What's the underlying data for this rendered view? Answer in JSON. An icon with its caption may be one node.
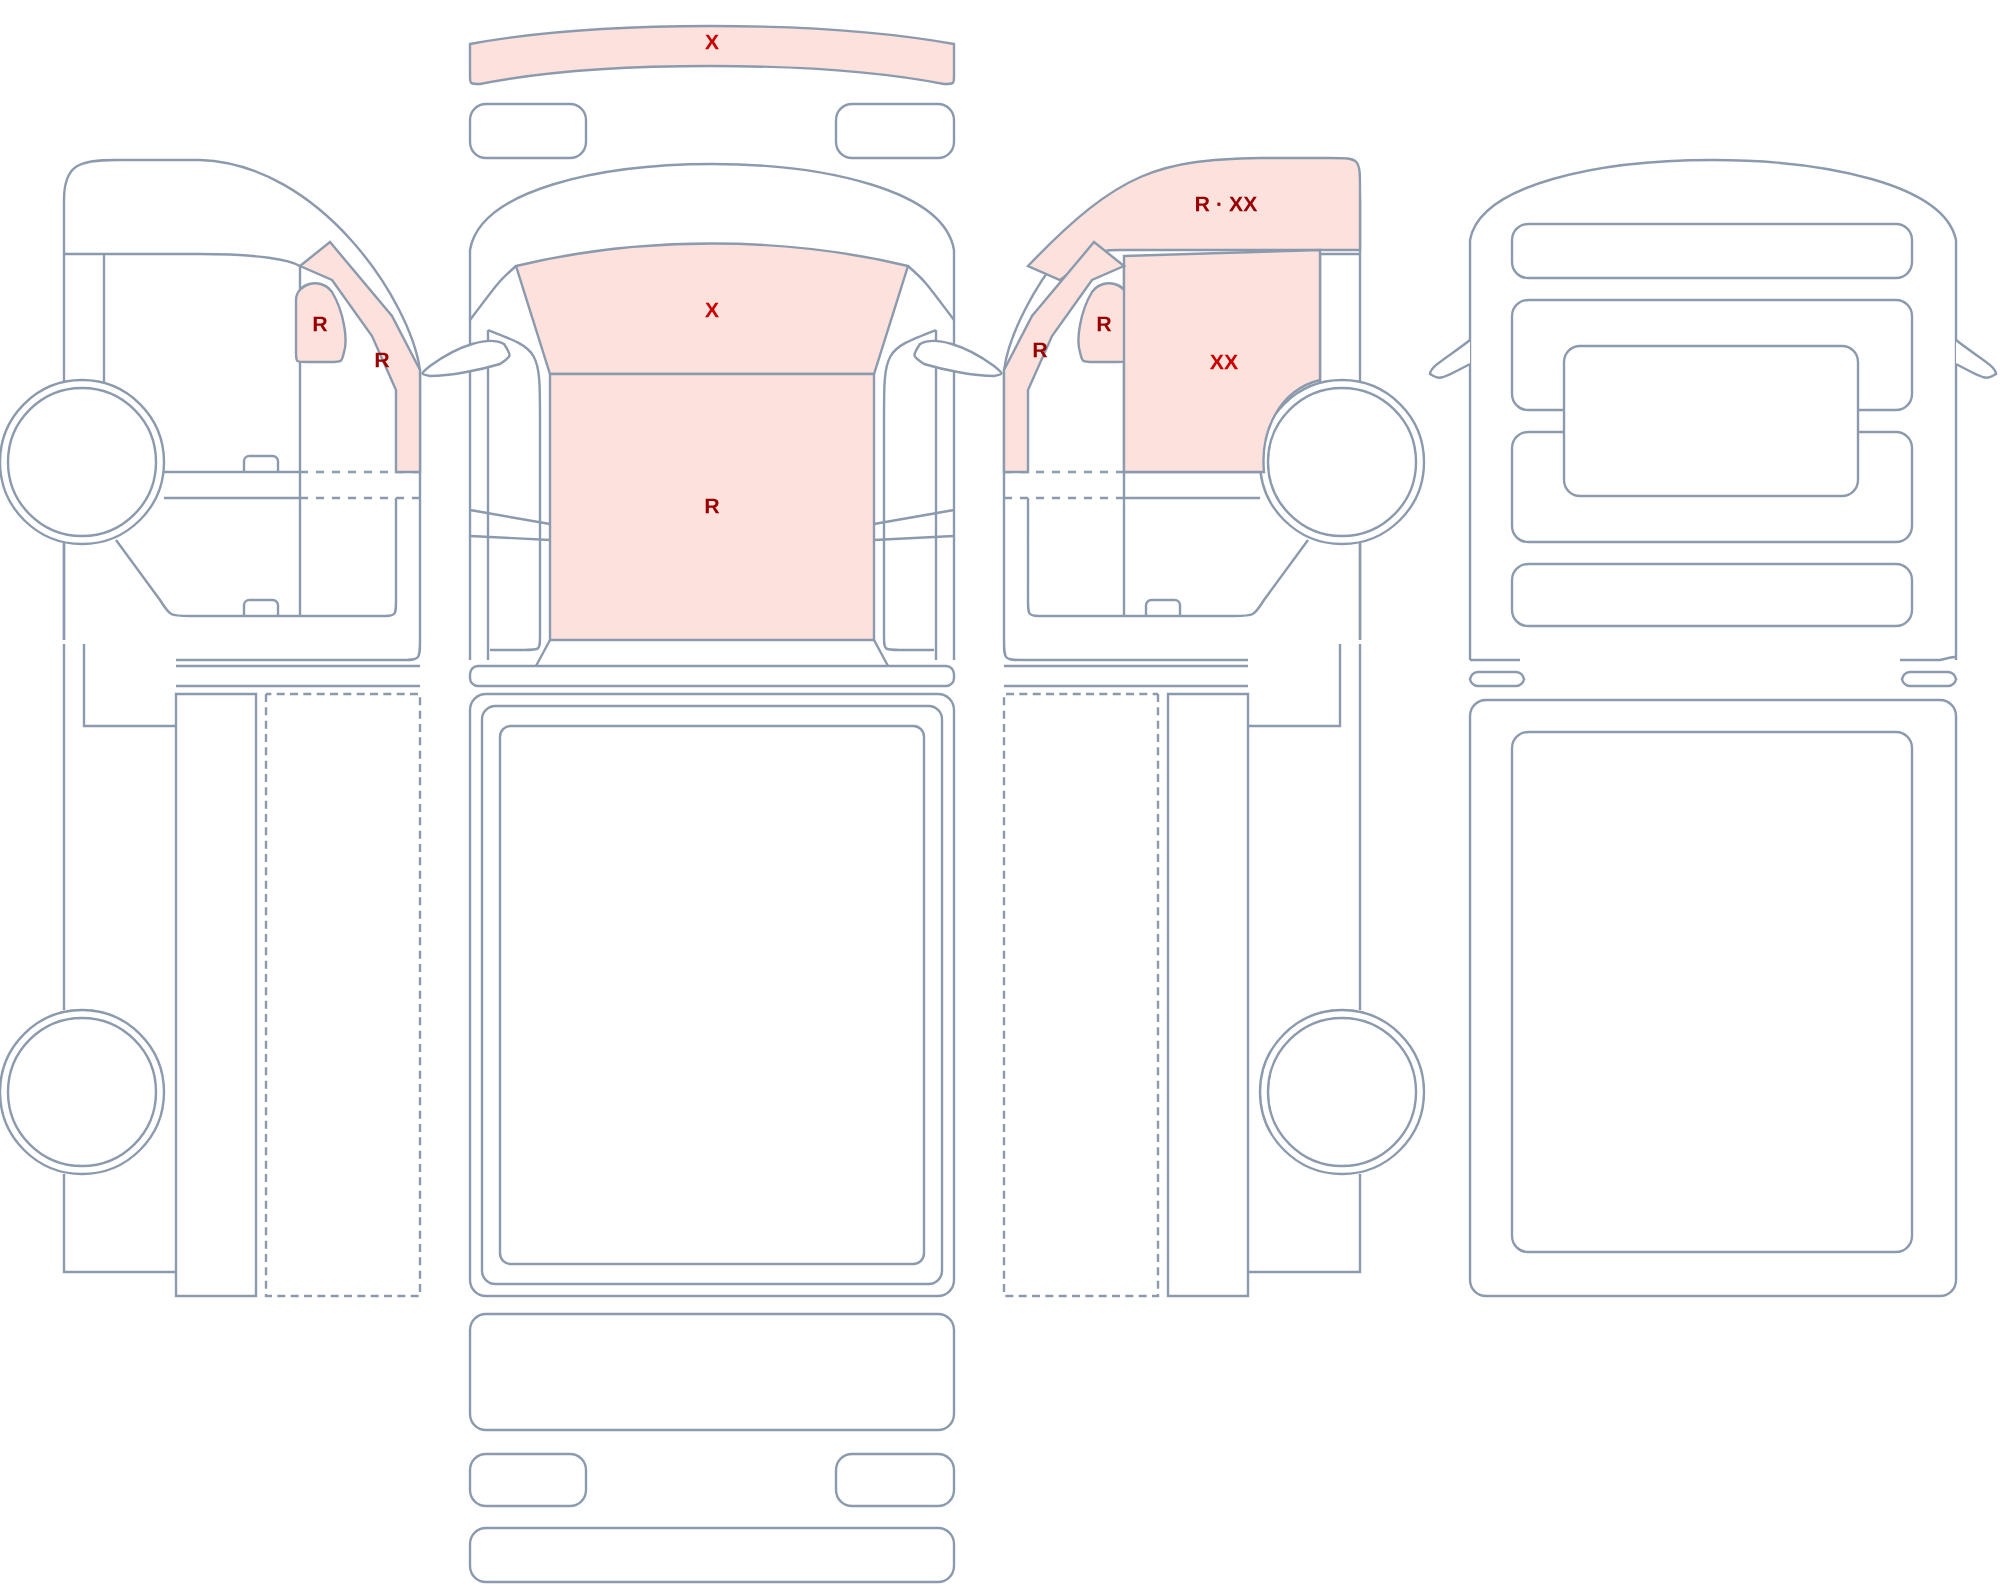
{
  "diagram": {
    "nodes": [
      {
        "text": [
          "X"
        ]
      },
      {
        "text": [
          "R · XX"
        ]
      },
      {
        "text": [
          "X"
        ]
      },
      {
        "text": [
          "R"
        ]
      },
      {
        "text": [
          "R"
        ]
      },
      {
        "text": [
          "XX"
        ]
      },
      {
        "text": [
          "R"
        ]
      },
      {
        "text": [
          "R"
        ]
      },
      {
        "text": [
          "R"
        ]
      }
    ]
  }
}
